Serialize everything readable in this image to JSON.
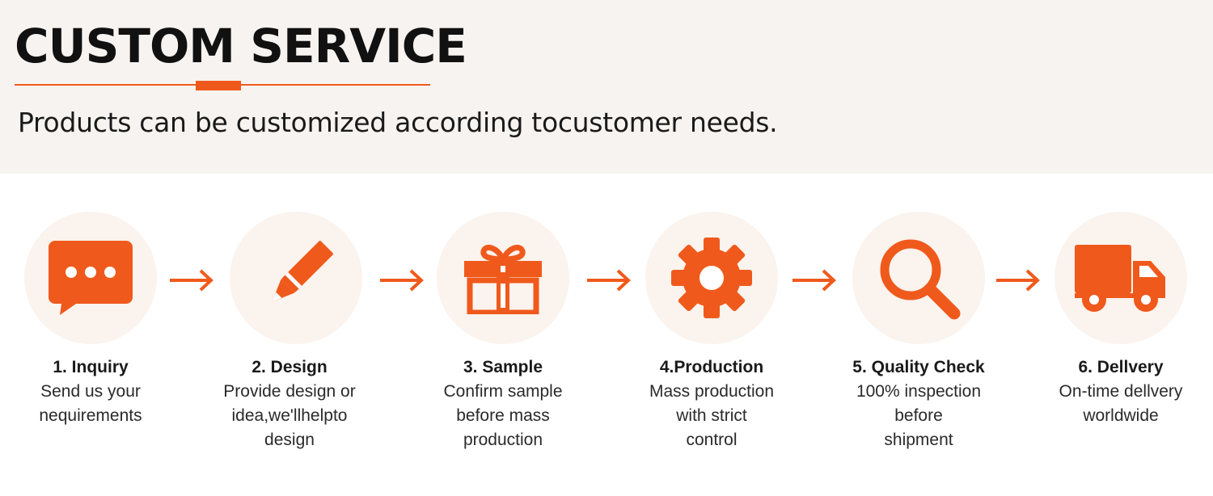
{
  "header": {
    "title": "CUSTOM SERVICE",
    "subtitle": "Products can be customized according tocustomer needs."
  },
  "colors": {
    "accent": "#ef5a1c",
    "circle_bg": "#fbf3ee",
    "header_bg": "#f7f3f0"
  },
  "steps": [
    {
      "title": "1. Inquiry",
      "description": "Send us your\nnequirements",
      "icon": "chat-bubble-icon"
    },
    {
      "title": "2. Design",
      "description": "Provide design or\nidea,we'llhelpto\ndesign",
      "icon": "pencil-icon"
    },
    {
      "title": "3. Sample",
      "description": "Confirm sample\nbefore mass\nproduction",
      "icon": "gift-box-icon"
    },
    {
      "title": "4.Production",
      "description": "Mass production\nwith strict\ncontrol",
      "icon": "gear-icon"
    },
    {
      "title": "5. Quality Check",
      "description": "100% inspection\nbefore\nshipment",
      "icon": "magnifier-icon"
    },
    {
      "title": "6. Dellvery",
      "description": "On-time dellvery\nworldwide",
      "icon": "delivery-truck-icon"
    }
  ]
}
